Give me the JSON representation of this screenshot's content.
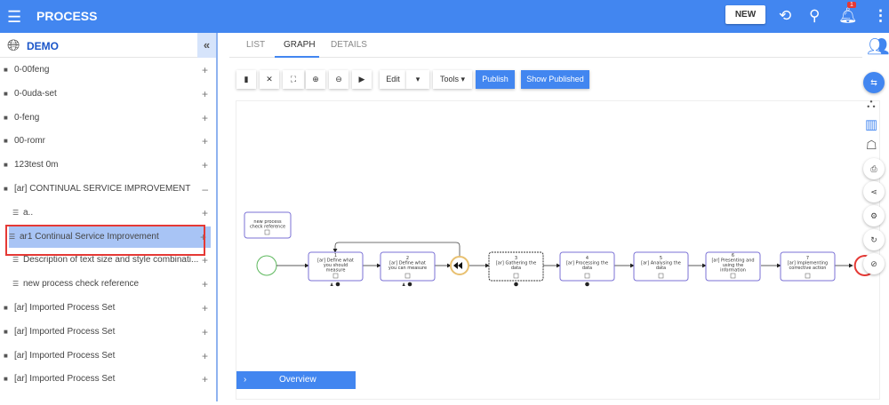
{
  "header": {
    "title": "PROCESS",
    "new_label": "NEW",
    "notification_count": "1"
  },
  "sidebar": {
    "root": "DEMO",
    "items": [
      {
        "label": "0-00feng",
        "icon": "briefcase"
      },
      {
        "label": "0-0uda-set",
        "icon": "briefcase"
      },
      {
        "label": "0-feng",
        "icon": "briefcase"
      },
      {
        "label": "00-romr",
        "icon": "briefcase"
      },
      {
        "label": "123test 0m",
        "icon": "briefcase"
      },
      {
        "label": "[ar] CONTINUAL SERVICE IMPROVEMENT",
        "icon": "briefcase",
        "expanded": true
      },
      {
        "label": "a..",
        "icon": "process"
      },
      {
        "label": "ar1 Continual Service Improvement",
        "icon": "process",
        "selected": true
      },
      {
        "label": "Description of text size and style combinati...",
        "icon": "process"
      },
      {
        "label": "new process check reference",
        "icon": "process"
      },
      {
        "label": "[ar] Imported Process Set",
        "icon": "briefcase"
      },
      {
        "label": "[ar] Imported Process Set",
        "icon": "briefcase"
      },
      {
        "label": "[ar] Imported Process Set",
        "icon": "briefcase"
      },
      {
        "label": "[ar] Imported Process Set",
        "icon": "briefcase"
      }
    ]
  },
  "tabs": [
    {
      "label": "LIST"
    },
    {
      "label": "GRAPH",
      "active": true
    },
    {
      "label": "DETAILS"
    }
  ],
  "toolbar": {
    "edit": "Edit",
    "tools": "Tools ▾",
    "publish": "Publish",
    "show_published": "Show Published"
  },
  "diagram": {
    "annotation": "new process check reference",
    "tasks": [
      {
        "num": "1",
        "lines": [
          "[ar] Define what",
          "you should",
          "measure"
        ]
      },
      {
        "num": "2",
        "lines": [
          "[ar] Define what",
          "you can measure"
        ]
      },
      {
        "num": "3",
        "lines": [
          "[ar] Gathering the",
          "data"
        ]
      },
      {
        "num": "4",
        "lines": [
          "[ar] Processing the",
          "data"
        ]
      },
      {
        "num": "5",
        "lines": [
          "[ar] Analysing the",
          "data"
        ]
      },
      {
        "num": "6",
        "lines": [
          "[ar] Presenting and",
          "using the",
          "information"
        ]
      },
      {
        "num": "7",
        "lines": [
          "[ar] Implementing",
          "corrective action"
        ]
      }
    ]
  },
  "overview": {
    "label": "Overview"
  },
  "colors": {
    "primary": "#4286f0",
    "task_border": "#7b72d6",
    "start": "#5cb85c",
    "end": "#e53935",
    "gateway": "#e8c070"
  }
}
